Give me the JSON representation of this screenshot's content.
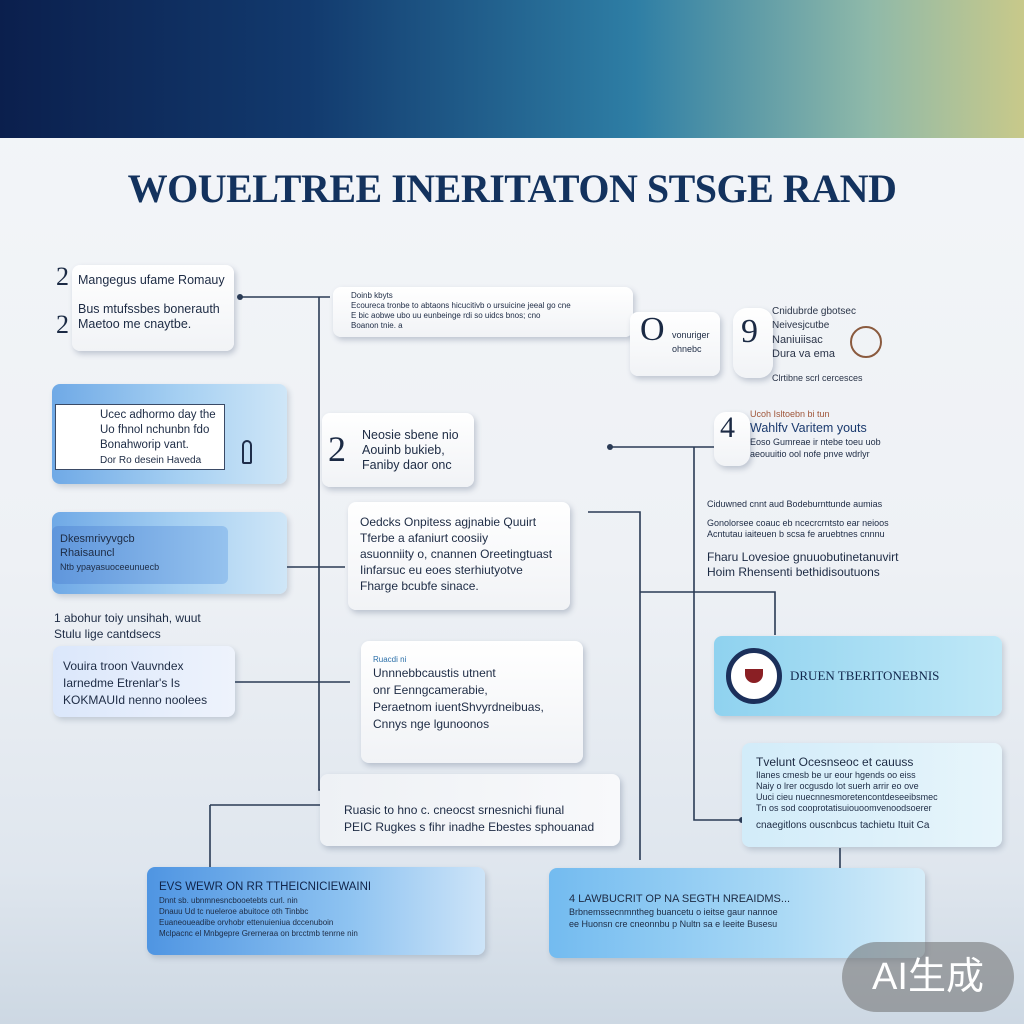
{
  "title": "WOUELTREE INERITATON STSGE RAND",
  "boxes": {
    "top_left": {
      "numbers": [
        "2",
        "2"
      ],
      "lines": [
        "Mangegus ufame Romauy",
        "Bus mtufssbes bonerauth",
        "Maetoo me cnaytbe."
      ]
    },
    "top_center": {
      "lines": [
        "Doinb kbyts",
        "Ecoureca tronbe to abtaons hicucitivb o ursuicine jeeal go cne",
        "E bic aobwe ubo uu eunbeinge rdi so uidcs bnos; cno",
        "Boanon tnie. a"
      ]
    },
    "badge_o": {
      "letter": "O",
      "lines": [
        "vonuriger",
        "ohnebc"
      ]
    },
    "badge_9": {
      "letter": "9",
      "lines": [
        "Cnidubrde gbotsec",
        "Neivesjcutbe",
        "Naniuiisac",
        "Dura va ema"
      ],
      "footer": "Clrtibne scrl cercesces"
    },
    "left_blue_1": {
      "lines": [
        "Ucec adhormo day the",
        "Uo fhnol nchunbn fdo",
        "Bonahworip vant.",
        "Dor Ro desein Haveda"
      ]
    },
    "center_2": {
      "number": "2",
      "lines": [
        "Neosie sbene nio",
        "Aouinb bukieb,",
        "Faniby daor onc"
      ]
    },
    "right_4": {
      "letter": "4",
      "lines": [
        "Ucoh Isltoebn bi tun",
        "Wahlfv Varitem youts",
        "Eoso Gumreae ir ntebe toeu uob",
        "aeouuitio ool nofe pnve wdrlyr"
      ]
    },
    "left_blue_2": {
      "lines": [
        "Dkesmrivyvgcb",
        "Rhaisauncl",
        "Ntb ypayasuoceeunuecb"
      ]
    },
    "center_main": {
      "lines": [
        "Oedcks Onpitess agjnabie Quuirt",
        "Tferbe a afaniurt coosiiy",
        "asuonniity o, cnannen Oreetingtuast",
        "Iinfarsuc eu eoes sterhiutyotve",
        "Fharge bcubfe sinace."
      ]
    },
    "right_text_1": {
      "lines": [
        "Ciduwned cnnt aud Bodeburnttunde aumias",
        "Gonolorsee coauc eb ncecrcrntsto ear neioos",
        "Acntutau iaiteuen b scsa fe aruebtnes cnnnu",
        "Fharu Lovesioe gnuuobutinetanuvirt",
        "Hoim Rhensenti bethidisoutuons"
      ]
    },
    "left_note": {
      "lines": [
        "1 abohur toiy unsihah, wuut",
        "Stulu lige cantdsecs"
      ]
    },
    "left_white": {
      "lines": [
        "Vouira troon Vauvndex",
        "Iarnedme Etrenlar's Is",
        "KOKMAUId nenno noolees"
      ]
    },
    "center_white_2": {
      "head": "Ruacdi ni",
      "lines": [
        "Unnnebbcaustis utnent",
        "onr Eenngcamerabie,",
        "Peraetnom iuentShvyrdneibuas,",
        "Cnnys nge lgunoonos"
      ]
    },
    "right_cyan": {
      "label": "DRUEN TBERITONEBNIS"
    },
    "right_light": {
      "lines": [
        "Tvelunt Ocesnseoc et cauuss",
        "Ilanes cmesb be ur eour hgends oo eiss",
        "Naiy o lrer ocgusdo lot suerh arrir eo ove",
        "Uuci cieu nuecnnesmoretencontdeseeibsmec",
        "Tn os sod cooprotatisuiouoomvenoodsoerer",
        "cnaegitlons ouscnbcus tachietu Ituit Ca"
      ]
    },
    "bottom_center": {
      "lines": [
        "Ruasic to hno c. cneocst srnesnichi fiunal",
        "PEIC Rugkes s fihr inadhe Ebestes sphouanad"
      ]
    },
    "bottom_left_blue": {
      "head": "EVS WEWR ON RR TTHEICNICIEWAINI",
      "lines": [
        "Dnnt sb. ubnmnesncbooetebts curl. nin",
        "Dnauu Ud tc nueleroe abuitoce oth Tinbbc",
        "Euaneoueadibe orvhobr ettenuieniua dccenuboin",
        "Mclpacnc el Mnbgepre Grerneraa on brcctmb tenrne nin"
      ]
    },
    "bottom_right_blue": {
      "head": "4 LAWBUCRIT OP NA SEGTH NREAIDMS...",
      "lines": [
        "Brbnemssecnmntheg buancetu o ieitse gaur nannoe",
        "ee Huonsn cre cneonnbu p Nultn sa e Ieeite Busesu"
      ]
    },
    "watermark": "AI生成"
  }
}
